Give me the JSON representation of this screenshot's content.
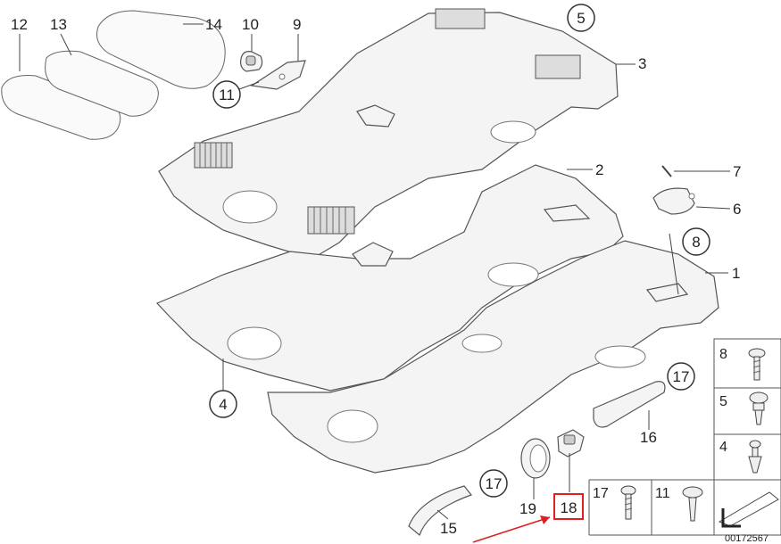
{
  "labels": {
    "p1": "1",
    "p2": "2",
    "p3": "3",
    "p4": "4",
    "p5": "5",
    "p6": "6",
    "p7": "7",
    "p8": "8",
    "p9": "9",
    "p10": "10",
    "p11": "11",
    "p12": "12",
    "p13": "13",
    "p14": "14",
    "p15": "15",
    "p16": "16",
    "p17a": "17",
    "p17b": "17",
    "p18": "18",
    "p19": "19"
  },
  "fastener_table": {
    "row1": "8",
    "row2": "5",
    "row3": "4",
    "bottom_left": "17",
    "bottom_mid": "11"
  },
  "document_number": "00172567",
  "colors": {
    "highlight": "#e02020",
    "outline": "#555555"
  }
}
